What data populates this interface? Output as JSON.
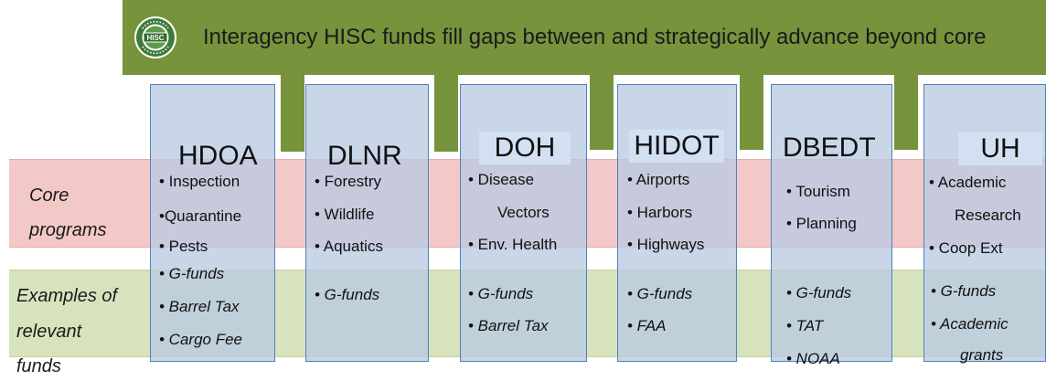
{
  "banner": {
    "title": "Interagency HISC funds fill gaps between and strategically advance beyond core",
    "logo_icon": "hisc-seal-icon",
    "logo_text": "HAWAII INVASIVE SPECIES COUNCIL HISC",
    "color": "#77933c"
  },
  "rows": {
    "core_label_1": "Core",
    "core_label_2": "programs",
    "funds_label_1": "Examples of",
    "funds_label_2": "relevant",
    "funds_label_3": "funds",
    "core_color": "#f3c9c8",
    "funds_color": "#d7e3bd"
  },
  "columns": [
    {
      "name": "HDOA",
      "core": [
        "• Inspection",
        "•Quarantine",
        "• Pests"
      ],
      "funds": [
        "• G-funds",
        "• Barrel Tax",
        "• Cargo Fee"
      ]
    },
    {
      "name": "DLNR",
      "core": [
        "• Forestry",
        "• Wildlife",
        "• Aquatics"
      ],
      "funds": [
        "• G-funds"
      ]
    },
    {
      "name": "DOH",
      "core": [
        "• Disease",
        "Vectors",
        "• Env. Health"
      ],
      "funds": [
        "• G-funds",
        "• Barrel Tax"
      ]
    },
    {
      "name": "HIDOT",
      "core": [
        "• Airports",
        "• Harbors",
        "• Highways"
      ],
      "funds": [
        "• G-funds",
        "• FAA"
      ]
    },
    {
      "name": "DBEDT",
      "core": [
        "• Tourism",
        "• Planning"
      ],
      "funds": [
        "• G-funds",
        "• TAT",
        "• NOAA"
      ]
    },
    {
      "name": "UH",
      "core": [
        "• Academic",
        "Research",
        "• Coop Ext"
      ],
      "funds": [
        "• G-funds",
        "• Academic",
        "grants"
      ]
    }
  ],
  "colors": {
    "column_fill": "#b9cbe2",
    "column_border": "#4f81bd"
  }
}
